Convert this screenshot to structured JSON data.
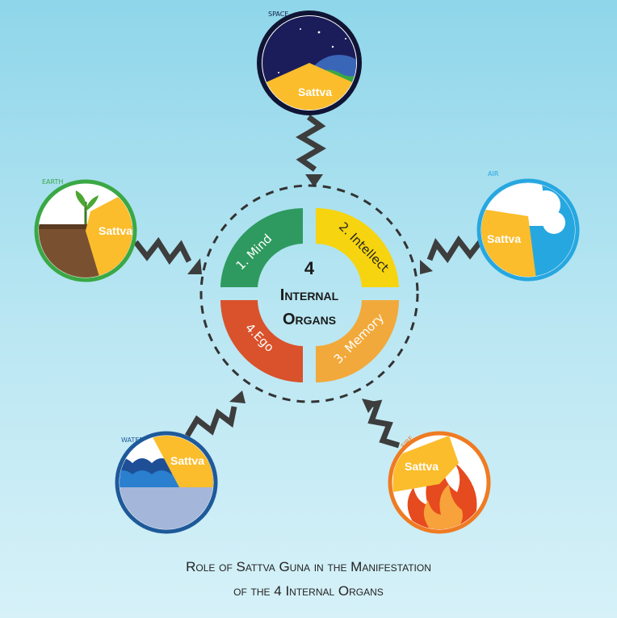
{
  "center": {
    "line1": "4",
    "line2": "Internal",
    "line3": "Organs"
  },
  "organs": [
    {
      "label": "1. Mind",
      "color": "#2e9a5f"
    },
    {
      "label": "2. Intellect",
      "color": "#f6d40f"
    },
    {
      "label": "3. Memory",
      "color": "#f2a93b"
    },
    {
      "label": "4.Ego",
      "color": "#d9522b"
    }
  ],
  "elements": {
    "space": {
      "label": "SPACE",
      "guna": "Sattva",
      "ring_color": "#101535"
    },
    "earth": {
      "label": "EARTH",
      "guna": "Sattva",
      "ring_color": "#3aa845"
    },
    "air": {
      "label": "AIR",
      "guna": "Sattva",
      "ring_color": "#27a7e0"
    },
    "water": {
      "label": "WATER",
      "guna": "Sattva",
      "ring_color": "#1e5a9a"
    },
    "fire": {
      "label": "FIRE",
      "guna": "Sattva",
      "ring_color": "#ef7b22"
    }
  },
  "caption": {
    "line1": "Role of Sattva Guna in the Manifestation",
    "line2": "of the 4 Internal Organs"
  },
  "colors": {
    "sattva": "#fbbd2c",
    "arrow": "#3d3d3d"
  }
}
